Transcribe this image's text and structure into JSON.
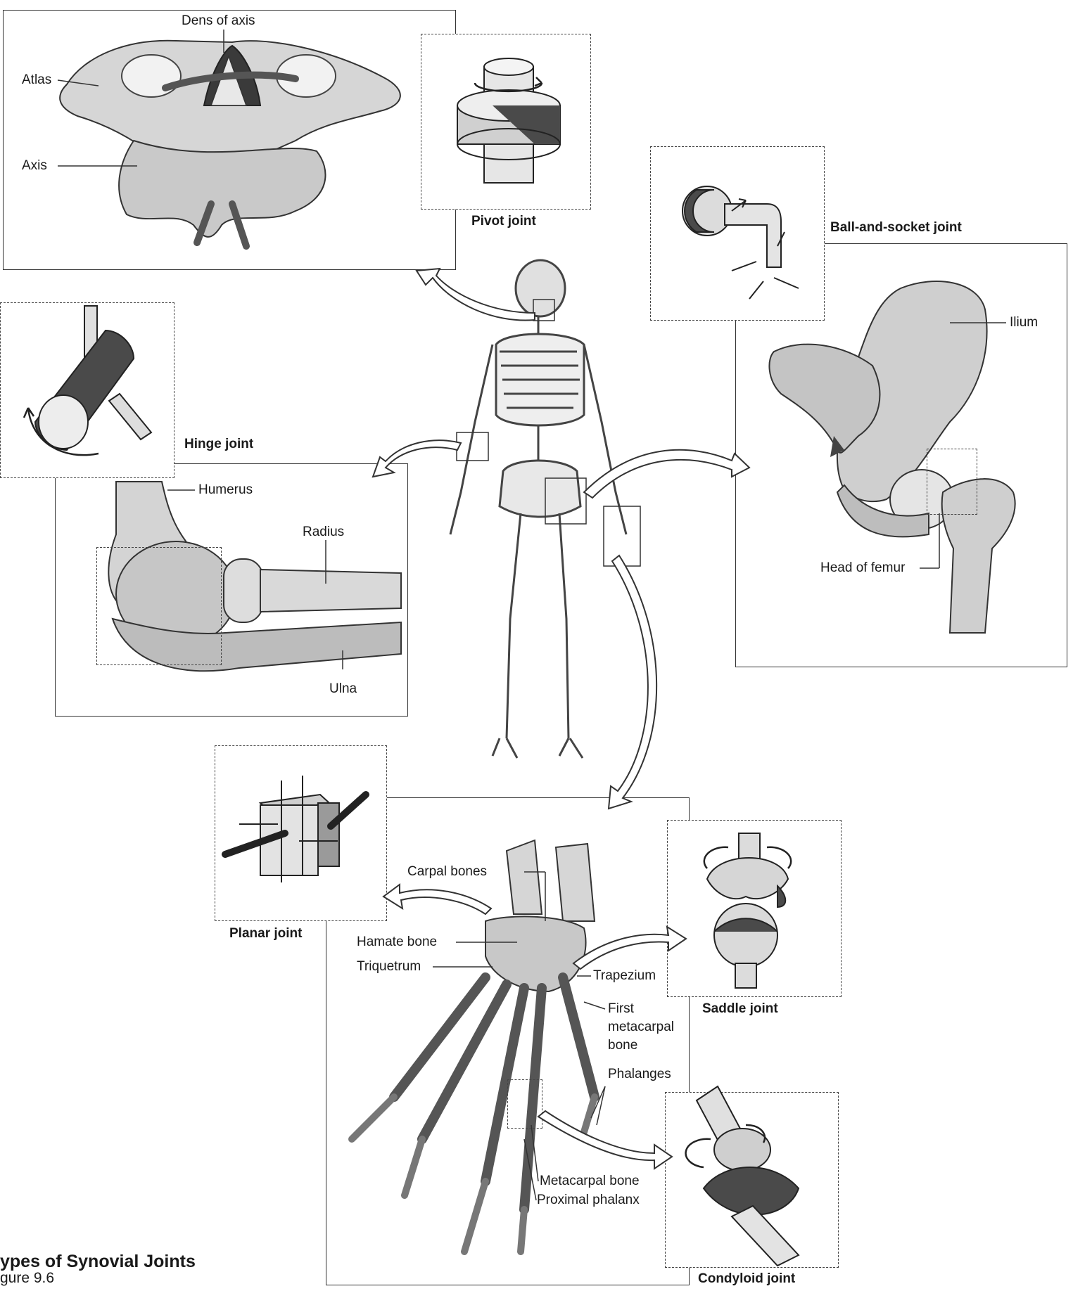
{
  "figure": {
    "title": "ypes of Synovial Joints",
    "subtitle": "gure 9.6"
  },
  "joints": {
    "pivot": "Pivot joint",
    "ball_and_socket": "Ball-and-socket joint",
    "hinge": "Hinge joint",
    "planar": "Planar joint",
    "saddle": "Saddle joint",
    "condyloid": "Condyloid joint"
  },
  "labels": {
    "dens_of_axis": "Dens of axis",
    "atlas": "Atlas",
    "axis": "Axis",
    "ilium": "Ilium",
    "head_of_femur": "Head of femur",
    "humerus": "Humerus",
    "radius": "Radius",
    "ulna": "Ulna",
    "carpal_bones": "Carpal bones",
    "hamate_bone": "Hamate bone",
    "triquetrum": "Triquetrum",
    "trapezium": "Trapezium",
    "first_metacarpal_1": "First",
    "first_metacarpal_2": "metacarpal",
    "first_metacarpal_3": "bone",
    "phalanges": "Phalanges",
    "metacarpal_bone": "Metacarpal bone",
    "proximal_phalanx": "Proximal phalanx"
  },
  "colors": {
    "line": "#333333",
    "bone_fill": "#d9d9d9",
    "bone_shade": "#9a9a9a",
    "model_dark": "#4a4a4a",
    "model_light": "#e6e6e6"
  }
}
